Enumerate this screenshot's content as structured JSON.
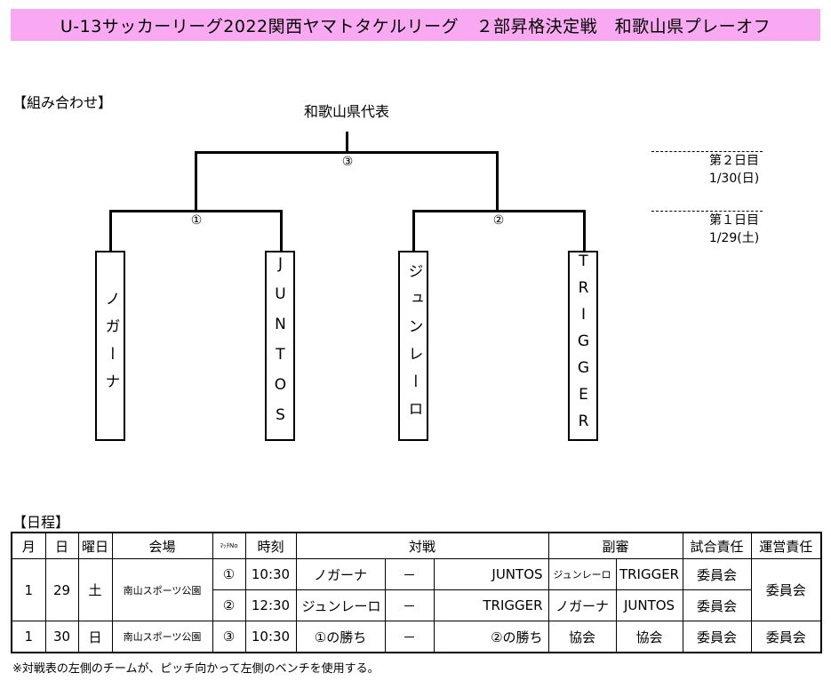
{
  "title": "U-13サッカーリーグ2022関西ヤマトタケルリーグ　２部昇格決定戦　和歌山県プレーオフ",
  "bracket": {
    "section_label": "【組み合わせ】",
    "winner_label": "和歌山県代表",
    "match_labels": [
      "①",
      "②",
      "③"
    ],
    "teams": [
      "ノガーナ",
      "JUNTOS",
      "ジュンレーロ",
      "TRIGGER"
    ],
    "day2": {
      "label": "第２日目",
      "date": "1/30(日)"
    },
    "day1": {
      "label": "第１日目",
      "date": "1/29(土)"
    }
  },
  "schedule": {
    "section_label": "【日程】",
    "headers": {
      "month": "月",
      "day": "日",
      "weekday": "曜日",
      "venue": "会場",
      "match_no": "ﾏｯﾁNo",
      "time": "時刻",
      "match": "対戦",
      "assistant": "副審",
      "match_resp": "試合責任",
      "ops_resp": "運営責任"
    },
    "rows": [
      {
        "month": "1",
        "day": "29",
        "weekday": "土",
        "venue": "南山スポーツ公園",
        "match_no": "①",
        "time": "10:30",
        "home": "ノガーナ",
        "vs": "－",
        "away": "JUNTOS",
        "ref1": "ジュンレーロ",
        "ref2": "TRIGGER",
        "match_resp": "委員会",
        "ops_resp": "委員会"
      },
      {
        "match_no": "②",
        "time": "12:30",
        "home": "ジュンレーロ",
        "vs": "－",
        "away": "TRIGGER",
        "ref1": "ノガーナ",
        "ref2": "JUNTOS",
        "match_resp": "委員会"
      },
      {
        "month": "1",
        "day": "30",
        "weekday": "日",
        "venue": "南山スポーツ公園",
        "match_no": "③",
        "time": "10:30",
        "home": "①の勝ち",
        "vs": "－",
        "away": "②の勝ち",
        "ref1": "協会",
        "ref2": "協会",
        "match_resp": "委員会",
        "ops_resp": "委員会"
      }
    ]
  },
  "note": "※対戦表の左側のチームが、ピッチ向かって左側のベンチを使用する。"
}
